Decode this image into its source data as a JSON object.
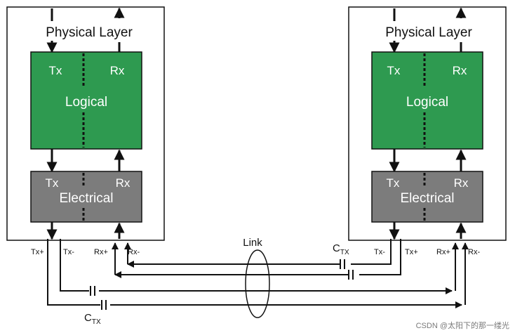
{
  "left_stack": {
    "title": "Physical Layer",
    "logical": {
      "tx": "Tx",
      "rx": "Rx",
      "label": "Logical"
    },
    "electrical": {
      "tx": "Tx",
      "rx": "Rx",
      "label": "Electrical"
    },
    "pins": {
      "tx_plus": "Tx+",
      "tx_minus": "Tx-",
      "rx_plus": "Rx+",
      "rx_minus": "Rx-"
    }
  },
  "right_stack": {
    "title": "Physical Layer",
    "logical": {
      "tx": "Tx",
      "rx": "Rx",
      "label": "Logical"
    },
    "electrical": {
      "tx": "Tx",
      "rx": "Rx",
      "label": "Electrical"
    },
    "pins": {
      "tx_minus": "Tx-",
      "tx_plus": "Tx+",
      "rx_plus": "Rx+",
      "rx_minus": "Rx-"
    }
  },
  "link": {
    "label": "Link"
  },
  "caps": {
    "top": {
      "main": "C",
      "sub": "TX"
    },
    "bottom": {
      "main": "C",
      "sub": "TX"
    }
  },
  "watermark": "CSDN @太阳下的那一缕光",
  "colors": {
    "logical": "#2e9a50",
    "electrical": "#7c7c7c",
    "line": "#111111"
  }
}
